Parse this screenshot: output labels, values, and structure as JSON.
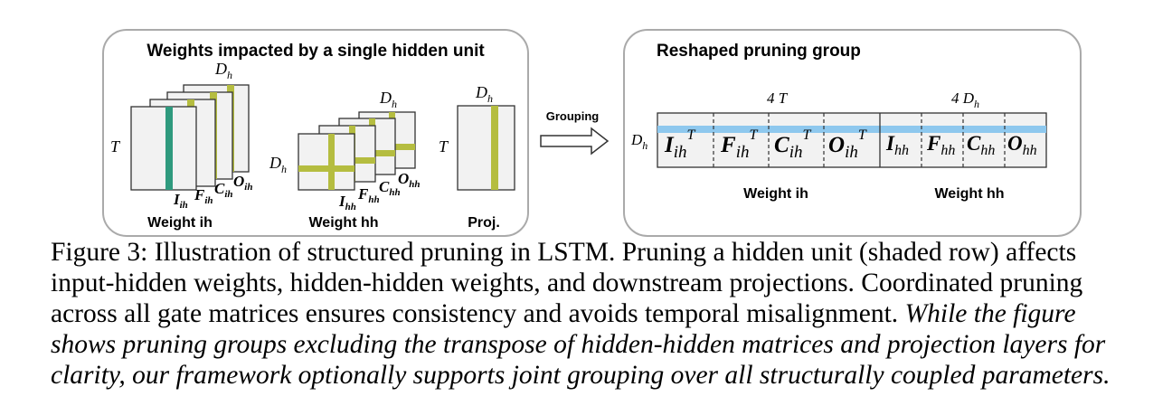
{
  "colors": {
    "green": "#b5bd40",
    "teal": "#2f9a7e",
    "blue": "#8ec8ee",
    "stroke": "#333333",
    "fill": "#f2f2f2",
    "panel_border": "#aaaaaa"
  },
  "left_panel": {
    "title": "Weights impacted by a single hidden unit",
    "wih": {
      "dim_top": "D",
      "dim_top_sub": "h",
      "dim_left": "T",
      "gates": [
        {
          "m": "I",
          "s": "ih"
        },
        {
          "m": "F",
          "s": "ih"
        },
        {
          "m": "C",
          "s": "ih"
        },
        {
          "m": "O",
          "s": "ih"
        }
      ],
      "label": "Weight ih"
    },
    "whh": {
      "dim_top": "D",
      "dim_top_sub": "h",
      "dim_left": "D",
      "dim_left_sub": "h",
      "gates": [
        {
          "m": "I",
          "s": "hh"
        },
        {
          "m": "F",
          "s": "hh"
        },
        {
          "m": "C",
          "s": "hh"
        },
        {
          "m": "O",
          "s": "hh"
        }
      ],
      "label": "Weight hh"
    },
    "proj": {
      "dim_top": "D",
      "dim_top_sub": "h",
      "dim_left": "T",
      "label": "Proj."
    }
  },
  "arrow": {
    "label": "Grouping"
  },
  "right_panel": {
    "title": "Reshaped pruning group",
    "dim_left": "D",
    "dim_left_sub": "h",
    "dim_ih_width": "4 T",
    "dim_hh_width_main": "4 D",
    "dim_hh_width_sub": "h",
    "ih_cells": [
      {
        "m": "I",
        "s": "ih",
        "sup": "T"
      },
      {
        "m": "F",
        "s": "ih",
        "sup": "T"
      },
      {
        "m": "C",
        "s": "ih",
        "sup": "T"
      },
      {
        "m": "O",
        "s": "ih",
        "sup": "T"
      }
    ],
    "hh_cells": [
      {
        "m": "I",
        "s": "hh"
      },
      {
        "m": "F",
        "s": "hh"
      },
      {
        "m": "C",
        "s": "hh"
      },
      {
        "m": "O",
        "s": "hh"
      }
    ],
    "label_ih": "Weight ih",
    "label_hh": "Weight hh"
  },
  "caption": {
    "lines": [
      [
        {
          "t": "Figure 3: Illustration of structured pruning in LSTM. Pruning a hidden unit (shaded row) affects",
          "i": false
        }
      ],
      [
        {
          "t": "input-hidden weights, hidden-hidden weights, and downstream projections. Coordinated pruning",
          "i": false
        }
      ],
      [
        {
          "t": "across all gate matrices ensures consistency and avoids temporal misalignment. ",
          "i": false
        },
        {
          "t": "While the figure",
          "i": true
        }
      ],
      [
        {
          "t": "shows pruning groups excluding the transpose of hidden-hidden matrices and projection layers for",
          "i": true
        }
      ],
      [
        {
          "t": "clarity, our framework optionally supports joint grouping over all structurally coupled parameters.",
          "i": true
        }
      ]
    ]
  }
}
